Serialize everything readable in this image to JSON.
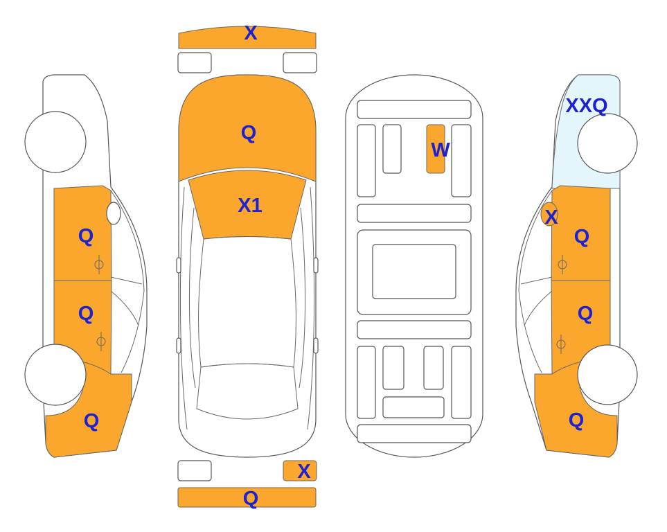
{
  "colors": {
    "damage_fill": "#FBA72D",
    "replaced_fill": "#E4F6FB",
    "label": "#1D22D0",
    "outline": "#555555"
  },
  "labels": {
    "front_bumper": "X",
    "hood": "Q",
    "windshield": "X1",
    "roof": "W",
    "rear_lamp_right": "X",
    "rear_bumper": "Q",
    "left_front_door": "Q",
    "left_rear_door": "Q",
    "left_rear_quarter": "Q",
    "right_front_fender": "XXQ",
    "right_mirror": "X",
    "right_front_door": "Q",
    "right_rear_door": "Q",
    "right_rear_quarter": "Q"
  }
}
